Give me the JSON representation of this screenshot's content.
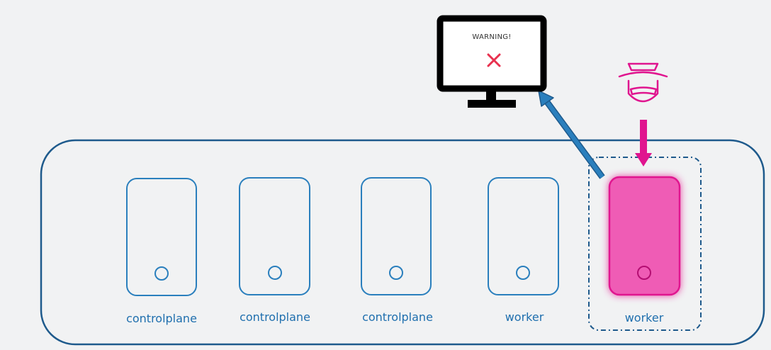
{
  "monitor": {
    "warning_text": "WARNING!",
    "x_mark_icon": "x-mark-icon"
  },
  "attacker": {
    "icon": "spy-hat-icon"
  },
  "nodes": [
    {
      "label": "controlplane",
      "compromised": false
    },
    {
      "label": "controlplane",
      "compromised": false
    },
    {
      "label": "controlplane",
      "compromised": false
    },
    {
      "label": "worker",
      "compromised": false
    },
    {
      "label": "worker",
      "compromised": true
    }
  ],
  "colors": {
    "background": "#f1f2f3",
    "cluster_border": "#1e5a8c",
    "node_border": "#2a7fbd",
    "label_text": "#1f6fae",
    "compromised_fill": "#ef5bb5",
    "compromised_border": "#e0158f",
    "attack_arrow": "#e0158f",
    "alert_arrow": "#2a7fbd",
    "monitor": "#000000",
    "x_mark": "#e8314f"
  }
}
